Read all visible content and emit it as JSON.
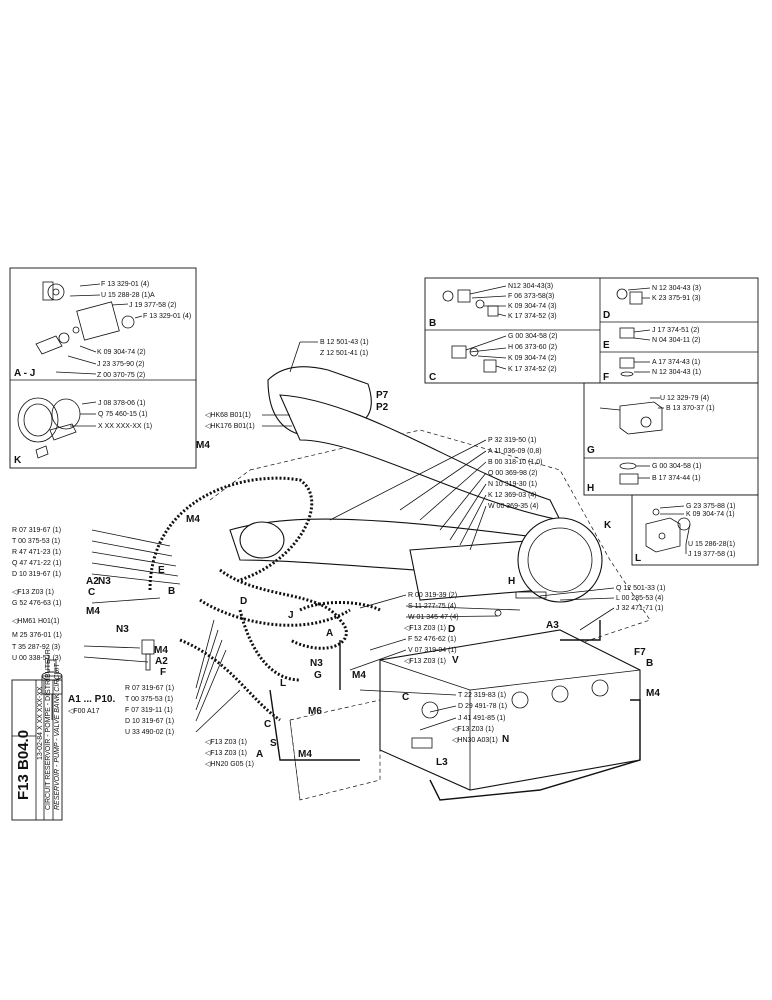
{
  "sheet": {
    "code": "F13  B04.0",
    "date": "13-02-84",
    "ref": "X XX XXX-XX",
    "title_fr": "CIRCUIT RESERVOIR - POMPE - DISTRIBUTEUR",
    "title_en": "RESERVOIR - PUMP - VALVE BANK CIRCUIT",
    "filter_ref_1": "A1 ... P10.",
    "filter_ref_2": "◁F00 A17"
  },
  "detail_AJ": {
    "id": "A - J",
    "labels": [
      "F 13 329-01 (4)",
      "U 15 288-28 (1)A",
      "J 19 377-58 (2)",
      "F 13 329-01 (4)",
      "K 09 304-74 (2)",
      "J 23 375-90 (2)",
      "Z 00 370-75 (2)"
    ]
  },
  "detail_K": {
    "id": "K",
    "labels": [
      "J 08 378-06 (1)",
      "Q 75 460-15 (1)",
      "X XX XXX-XX (1)"
    ]
  },
  "detail_B": {
    "id": "B",
    "labels": [
      "N12 304-43(3)",
      "F 06 373-58(3)",
      "K 09 304-74 (3)",
      "K 17 374-52 (3)"
    ]
  },
  "detail_D": {
    "id": "D",
    "labels": [
      "N 12 304-43 (3)",
      "K 23 375-91 (3)"
    ]
  },
  "detail_C": {
    "id": "C",
    "labels": [
      "G 00 304-58 (2)",
      "H 06 373-60 (2)",
      "K 09 304-74 (2)",
      "K 17 374-52 (2)"
    ]
  },
  "detail_E": {
    "id": "E",
    "labels": [
      "J 17 374-51 (2)",
      "N 04 304-11 (2)"
    ]
  },
  "detail_F": {
    "id": "F",
    "labels": [
      "A 17 374-43 (1)",
      "N 12 304-43 (1)"
    ]
  },
  "detail_G": {
    "id": "G",
    "labels": [
      "U 12 329-79 (4)",
      "B 13 370-37 (1)"
    ]
  },
  "detail_H": {
    "id": "H",
    "labels": [
      "G 00 304-58 (1)",
      "B 17 374-44 (1)"
    ]
  },
  "detail_L": {
    "id": "L",
    "labels": [
      "G 23 375-88 (1)",
      "K 09 304-74 (1)",
      "U 15 286-28(1)",
      "J 19 377-58 (1)"
    ]
  },
  "main": {
    "top_refs": [
      "B 12 501-43 (1)",
      "Z 12 501-41 (1)",
      "P7",
      "P2"
    ],
    "hk_refs": [
      "◁HK68  B01(1)",
      "◁HK176  B01(1)"
    ],
    "right_refs": [
      "P 32 319-50 (1)",
      "A 11 036-09 (0,8)",
      "B 00 318-10 (1,0)",
      "Q 00 369-98 (2)",
      "N 10 319-30 (1)",
      "K 12 369-03 (4)",
      "W 00 369-35 (4)"
    ],
    "left_refs": [
      "R 07 319-67 (1)",
      "T 00 375-53 (1)",
      "R 47 471-23 (1)",
      "Q 47 471-22 (1)",
      "D 10 319-67 (1)",
      "◁F13  Z03 (1)",
      "G 52 476-63 (1)",
      "◁HM61  H01(1)",
      "M 25 376-01 (1)",
      "T 35 287-92 (3)",
      "U 00 338-51 (3)"
    ],
    "lower_left_refs": [
      "R 07 319-67 (1)",
      "T 00 375-53 (1)",
      "F 07 319-11 (1)",
      "D 10 319-67 (1)",
      "U 33 490-02 (1)"
    ],
    "bottom_refs": [
      "◁F13  Z03 (1)",
      "◁F13  Z03 (1)",
      "◁HN20  G05 (1)"
    ],
    "center_refs": [
      "R 00 319-39 (2)",
      "S 11 277-75 (4)",
      "W 01 345-47 (4)",
      "◁F13  Z03 (1)",
      "F 52 476-62 (1)",
      "V 07 319-94 (1)",
      "◁F13  Z03 (1)"
    ],
    "lower_center_refs": [
      "T 22 319-83 (1)",
      "D 29 491-78 (1)",
      "J 41 491-85 (1)",
      "◁F13  Z03 (1)",
      "◁HN30  A03(1)"
    ],
    "right_lower_refs": [
      "Q 12 501-33 (1)",
      "L 00 285-53 (4)",
      "J 32 471-71 (1)"
    ],
    "letters": [
      "M4",
      "M4",
      "A2",
      "C",
      "N3",
      "E",
      "B",
      "D",
      "M4",
      "N3",
      "M4",
      "A2",
      "F",
      "J",
      "A",
      "N3",
      "M4",
      "G",
      "V",
      "D",
      "M6",
      "L",
      "C",
      "S",
      "A",
      "M4",
      "H",
      "K",
      "A3",
      "F7",
      "B",
      "M4",
      "C",
      "N",
      "L3"
    ]
  }
}
